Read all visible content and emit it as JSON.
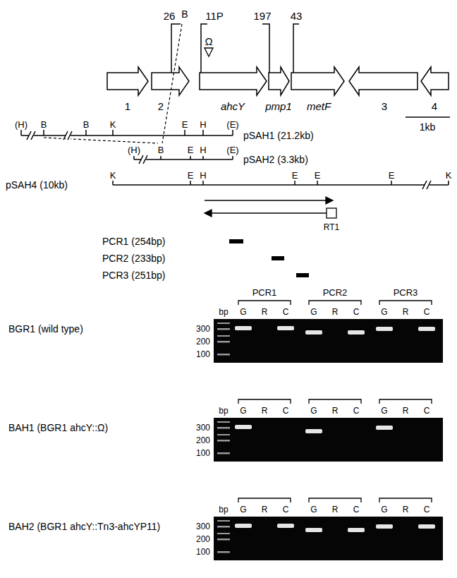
{
  "diagram": {
    "labels": [
      "26",
      "B",
      "11P",
      "197",
      "43",
      "Ω",
      "1",
      "2",
      "ahcY",
      "pmp1",
      "metF",
      "3",
      "4",
      "(H)",
      "B",
      "B",
      "K",
      "E",
      "H",
      "(E)",
      "pSAH1 (21.2kb)",
      "1kb",
      "(H)",
      "B",
      "E",
      "H",
      "(E)",
      "pSAH2 (3.3kb)",
      "pSAH4 (10kb)",
      "K",
      "E",
      "H",
      "E",
      "E",
      "E",
      "K",
      "RT1",
      "PCR1 (254bp)",
      "PCR2 (233bp)",
      "PCR3 (251bp)",
      "BGR1 (wild type)",
      "PCR1",
      "PCR2",
      "PCR3",
      "bp",
      "G",
      "R",
      "C",
      "G",
      "R",
      "C",
      "G",
      "R",
      "C",
      "300",
      "200",
      "100",
      "BAH1 (BGR1 ahcY::Ω)",
      "bp",
      "G",
      "R",
      "C",
      "G",
      "R",
      "C",
      "G",
      "R",
      "C",
      "300",
      "200",
      "100",
      "BAH2 (BGR1 ahcY::Tn3-ahcYP11)",
      "bp",
      "G",
      "R",
      "C",
      "G",
      "R",
      "C",
      "G",
      "R",
      "C",
      "300",
      "200",
      "100"
    ]
  }
}
